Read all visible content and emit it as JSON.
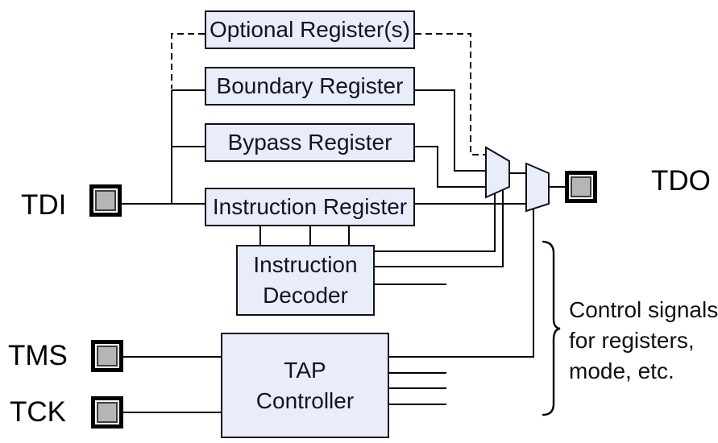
{
  "boxes": {
    "optional_register": {
      "label": "Optional Register(s)"
    },
    "boundary_register": {
      "label": "Boundary Register"
    },
    "bypass_register": {
      "label": "Bypass Register"
    },
    "instruction_register": {
      "label": "Instruction Register"
    },
    "instruction_decoder": {
      "line1": "Instruction",
      "line2": "Decoder"
    },
    "tap_controller": {
      "line1": "TAP",
      "line2": "Controller"
    }
  },
  "pins": {
    "tdi": {
      "label": "TDI"
    },
    "tms": {
      "label": "TMS"
    },
    "tck": {
      "label": "TCK"
    },
    "tdo": {
      "label": "TDO"
    }
  },
  "annotation": {
    "line1": "Control signals",
    "line2": "for registers,",
    "line3": "mode, etc."
  },
  "colors": {
    "background": "#ffffff",
    "box_fill": "#e9ecf9",
    "box_border": "#10101e",
    "box_text": "#131326",
    "wire": "#000000",
    "pad_frame": "#000000",
    "pad_core": "#b5b5b5",
    "pad_core_border": "#3c3c3c"
  }
}
